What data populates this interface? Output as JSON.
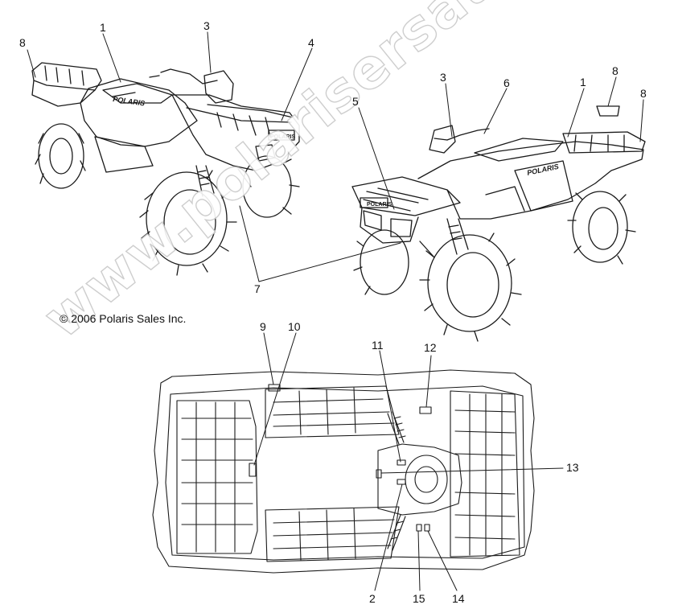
{
  "copyright": "© 2006 Polaris Sales Inc.",
  "watermark": "www.polarisersatzteile.de",
  "brand_label": "POLARIS",
  "callouts": {
    "c1a": "1",
    "c1b": "1",
    "c2": "2",
    "c3a": "3",
    "c3b": "3",
    "c4": "4",
    "c5": "5",
    "c6": "6",
    "c7": "7",
    "c8a": "8",
    "c8b": "8",
    "c8c": "8",
    "c9": "9",
    "c10": "10",
    "c11": "11",
    "c12": "12",
    "c13": "13",
    "c14": "14",
    "c15": "15"
  },
  "colors": {
    "line": "#1a1a1a",
    "watermark_stroke": "#c9c9c9"
  }
}
